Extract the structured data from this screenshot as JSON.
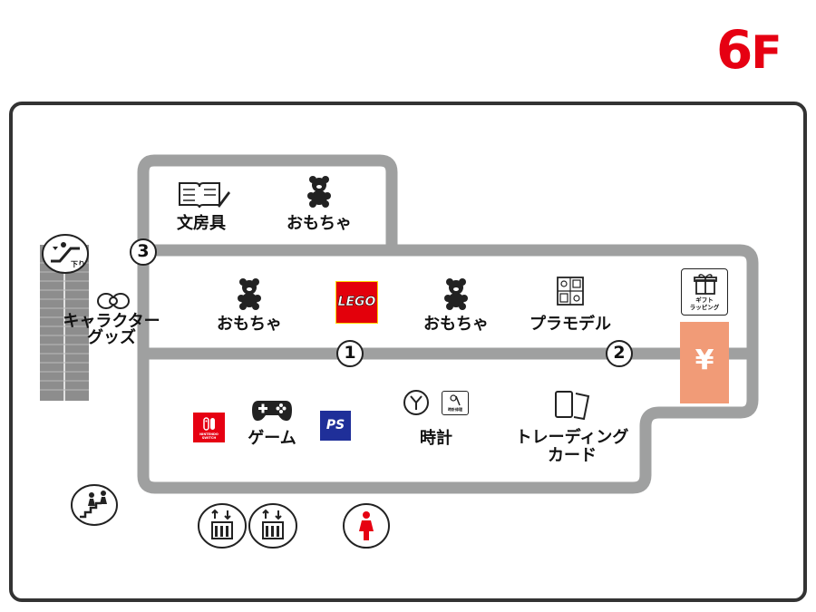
{
  "floor": {
    "number": "6",
    "suffix": "F",
    "color": "#e60012"
  },
  "colors": {
    "outline": "#333333",
    "route": "#9fa0a0",
    "cashier": "#f19b77",
    "floorlabel": "#e60012"
  },
  "areas": [
    {
      "id": "stationery",
      "label": "文房具",
      "icon": "notebook-pen-icon"
    },
    {
      "id": "toys-upper",
      "label": "おもちゃ",
      "icon": "teddy-bear-icon"
    },
    {
      "id": "toys-mid-left",
      "label": "おもちゃ",
      "icon": "teddy-bear-icon"
    },
    {
      "id": "lego",
      "label": "LEGO",
      "icon": "lego-logo"
    },
    {
      "id": "toys-mid-right",
      "label": "おもちゃ",
      "icon": "teddy-bear-icon"
    },
    {
      "id": "plastic-models",
      "label": "プラモデル",
      "icon": "model-kit-icon"
    },
    {
      "id": "character-goods",
      "label": "キャラクター\nグッズ",
      "label_lines": [
        "キャラクター",
        "グッズ"
      ],
      "icon": "ribbon-icon"
    },
    {
      "id": "games",
      "label": "ゲーム",
      "icon": "gamepad-icon"
    },
    {
      "id": "nintendo",
      "label": "NINTENDO SWITCH",
      "icon": "nintendo-switch-logo"
    },
    {
      "id": "playstation",
      "label": "PS",
      "icon": "playstation-logo"
    },
    {
      "id": "watches",
      "label": "時計",
      "icon": "clock-icon"
    },
    {
      "id": "trading-cards",
      "label_lines": [
        "トレーディング",
        "カード"
      ],
      "icon": "cards-icon"
    }
  ],
  "facilities": {
    "gift_wrapping": {
      "label": "ギフト\nラッピング",
      "label_lines": [
        "ギフト",
        "ラッピング"
      ],
      "icon": "gift-icon"
    },
    "cashier": {
      "symbol": "¥",
      "icon": "yen-icon"
    },
    "escalator": {
      "label": "下り",
      "icon": "escalator-down-icon"
    },
    "watch_repair": {
      "label": "時計修理",
      "icon": "watch-repair-icon"
    },
    "stairs": {
      "icon": "stairs-icon"
    },
    "elevators": [
      {
        "icon": "elevator-icon"
      },
      {
        "icon": "elevator-icon"
      }
    ],
    "restroom": {
      "icon": "womens-restroom-icon"
    }
  },
  "entrances": [
    "1",
    "2",
    "3"
  ]
}
